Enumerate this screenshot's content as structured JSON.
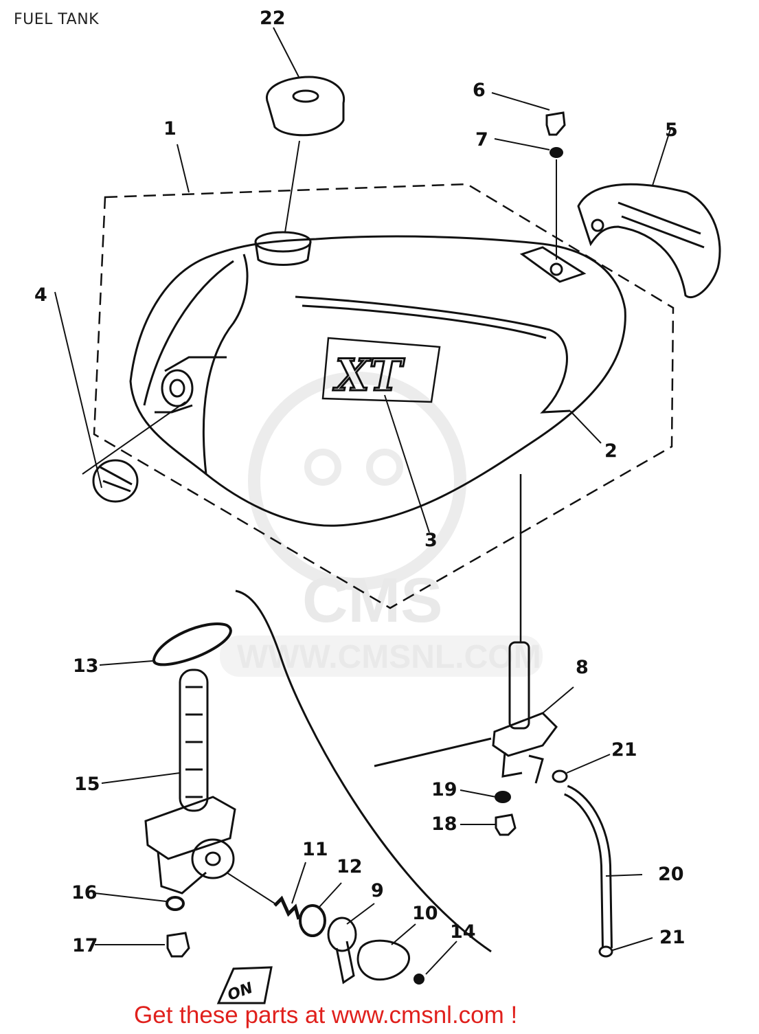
{
  "header": {
    "title": "FUEL TANK"
  },
  "watermark": {
    "logo_text": "CMS",
    "url_text": "WWW.CMSNL.COM"
  },
  "tank_logo": "XT",
  "cock_tag": "ON",
  "parts": [
    {
      "id": "p1",
      "label": "1"
    },
    {
      "id": "p2",
      "label": "2"
    },
    {
      "id": "p3",
      "label": "3"
    },
    {
      "id": "p4",
      "label": "4"
    },
    {
      "id": "p5",
      "label": "5"
    },
    {
      "id": "p6",
      "label": "6"
    },
    {
      "id": "p7",
      "label": "7"
    },
    {
      "id": "p8",
      "label": "8"
    },
    {
      "id": "p9",
      "label": "9"
    },
    {
      "id": "p10",
      "label": "10"
    },
    {
      "id": "p11",
      "label": "11"
    },
    {
      "id": "p12",
      "label": "12"
    },
    {
      "id": "p13",
      "label": "13"
    },
    {
      "id": "p14",
      "label": "14"
    },
    {
      "id": "p15",
      "label": "15"
    },
    {
      "id": "p16",
      "label": "16"
    },
    {
      "id": "p17",
      "label": "17"
    },
    {
      "id": "p18",
      "label": "18"
    },
    {
      "id": "p19",
      "label": "19"
    },
    {
      "id": "p20",
      "label": "20"
    },
    {
      "id": "p21a",
      "label": "21"
    },
    {
      "id": "p21b",
      "label": "21"
    },
    {
      "id": "p22",
      "label": "22"
    }
  ],
  "footer": {
    "link_text": "Get these parts at www.cmsnl.com !"
  }
}
